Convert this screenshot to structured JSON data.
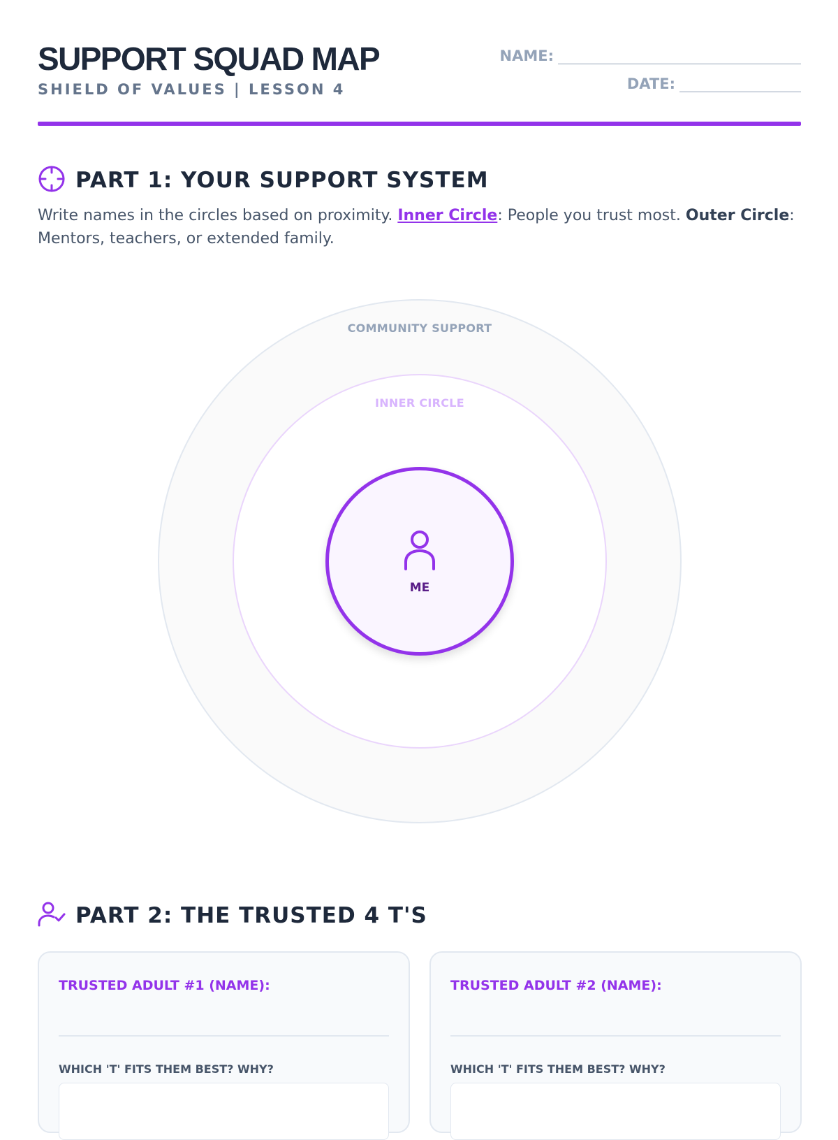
{
  "header": {
    "title": "SUPPORT SQUAD MAP",
    "subtitle": "SHIELD OF VALUES | LESSON 4",
    "name_label": "NAME:",
    "date_label": "DATE:"
  },
  "part1": {
    "title": "PART 1: YOUR SUPPORT SYSTEM",
    "icon": "crosshair-icon",
    "instructions": {
      "intro": "Write names in the circles based on proximity. ",
      "inner_term": "Inner Circle",
      "inner_desc": ": People you trust most. ",
      "outer_term": "Outer Circle",
      "outer_desc": ": Mentors, teachers, or extended family."
    },
    "map": {
      "outer_label": "COMMUNITY SUPPORT",
      "inner_label": "INNER CIRCLE",
      "center_label": "ME",
      "center_icon": "user-icon"
    }
  },
  "part2": {
    "title": "PART 2: THE TRUSTED 4 T'S",
    "icon": "user-check-icon",
    "cards": [
      {
        "title": "TRUSTED ADULT #1 (NAME):",
        "question": "WHICH 'T' FITS THEM BEST? WHY?"
      },
      {
        "title": "TRUSTED ADULT #2 (NAME):",
        "question": "WHICH 'T' FITS THEM BEST? WHY?"
      }
    ]
  },
  "colors": {
    "accent": "#9333ea",
    "ink": "#1e293b",
    "muted": "#64748b",
    "inner_ring": "#ead5fc",
    "core_fill": "#faf5ff"
  }
}
